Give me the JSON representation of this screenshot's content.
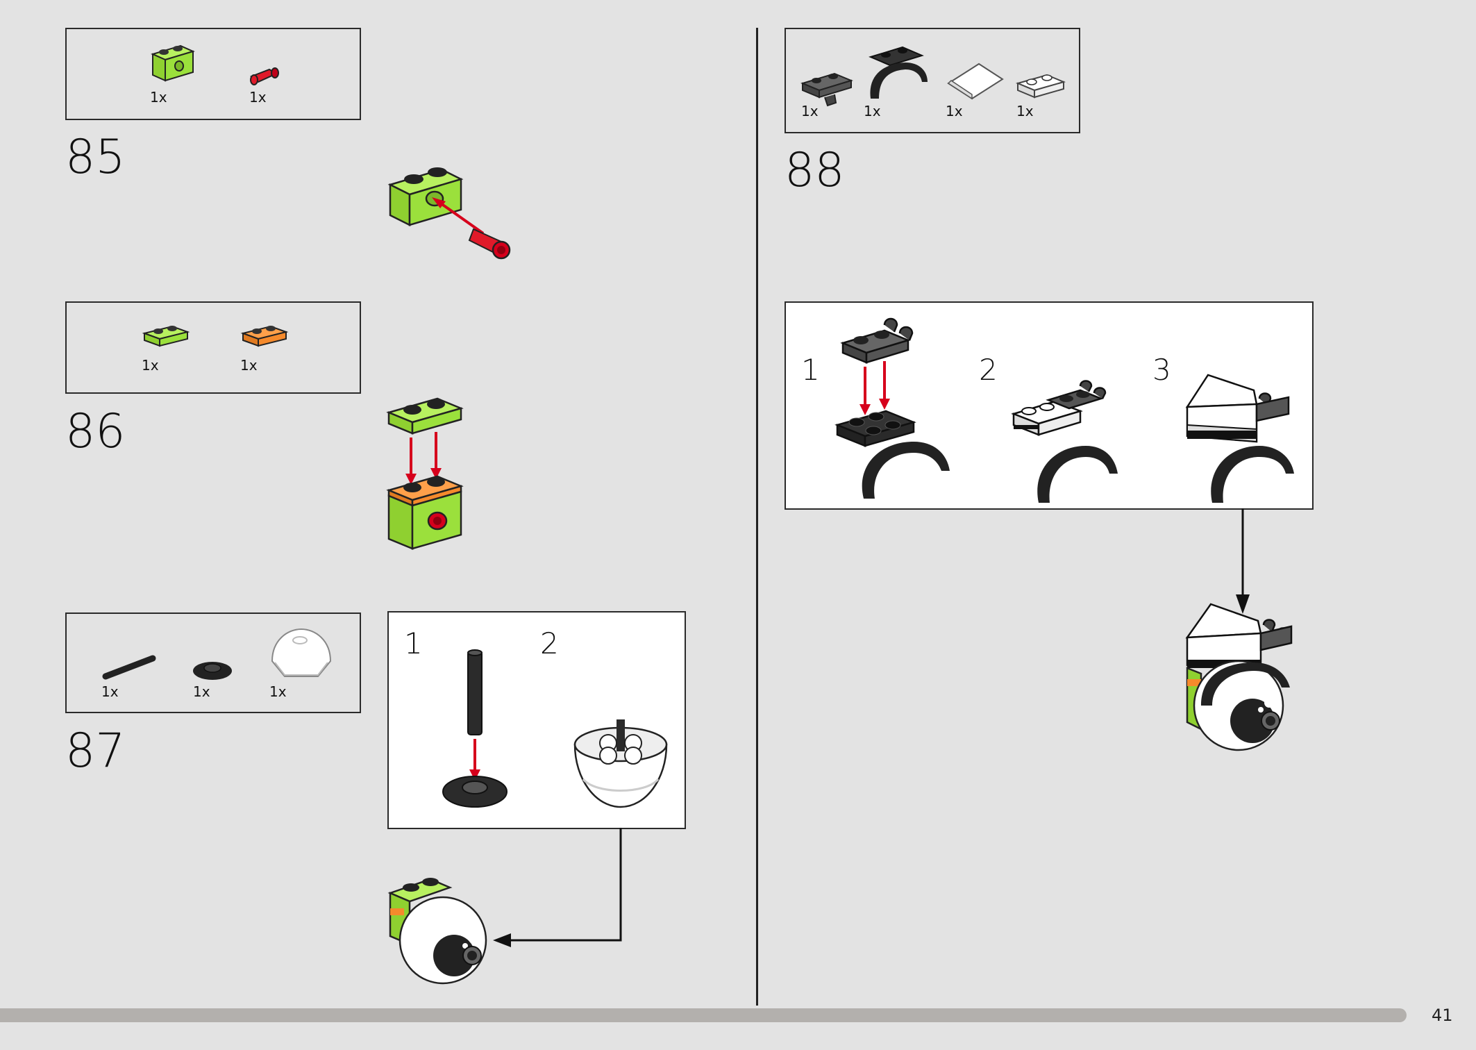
{
  "steps": [
    {
      "number": "85",
      "parts": [
        {
          "qty": "1x",
          "icon": "lime-technic-brick-icon"
        },
        {
          "qty": "1x",
          "icon": "red-pin-icon"
        }
      ]
    },
    {
      "number": "86",
      "parts": [
        {
          "qty": "1x",
          "icon": "lime-plate-icon"
        },
        {
          "qty": "1x",
          "icon": "orange-plate-icon"
        }
      ]
    },
    {
      "number": "87",
      "parts": [
        {
          "qty": "1x",
          "icon": "black-axle-icon"
        },
        {
          "qty": "1x",
          "icon": "black-round-plate-icon"
        },
        {
          "qty": "1x",
          "icon": "white-dome-icon"
        }
      ],
      "substeps": [
        "1",
        "2"
      ]
    },
    {
      "number": "88",
      "parts": [
        {
          "qty": "1x",
          "icon": "dark-grey-clip-plate-icon"
        },
        {
          "qty": "1x",
          "icon": "black-mudguard-icon"
        },
        {
          "qty": "1x",
          "icon": "white-slope-icon"
        },
        {
          "qty": "1x",
          "icon": "white-plate-icon"
        }
      ],
      "substeps": [
        "1",
        "2",
        "3"
      ]
    }
  ],
  "page": {
    "number": "41",
    "progress": 0.953
  },
  "colors": {
    "lime": "#9be03c",
    "orange": "#f58a2c",
    "red": "#d6001c",
    "dark_grey": "#555555",
    "black": "#222222",
    "white": "#ffffff",
    "background": "#e3e3e3"
  }
}
